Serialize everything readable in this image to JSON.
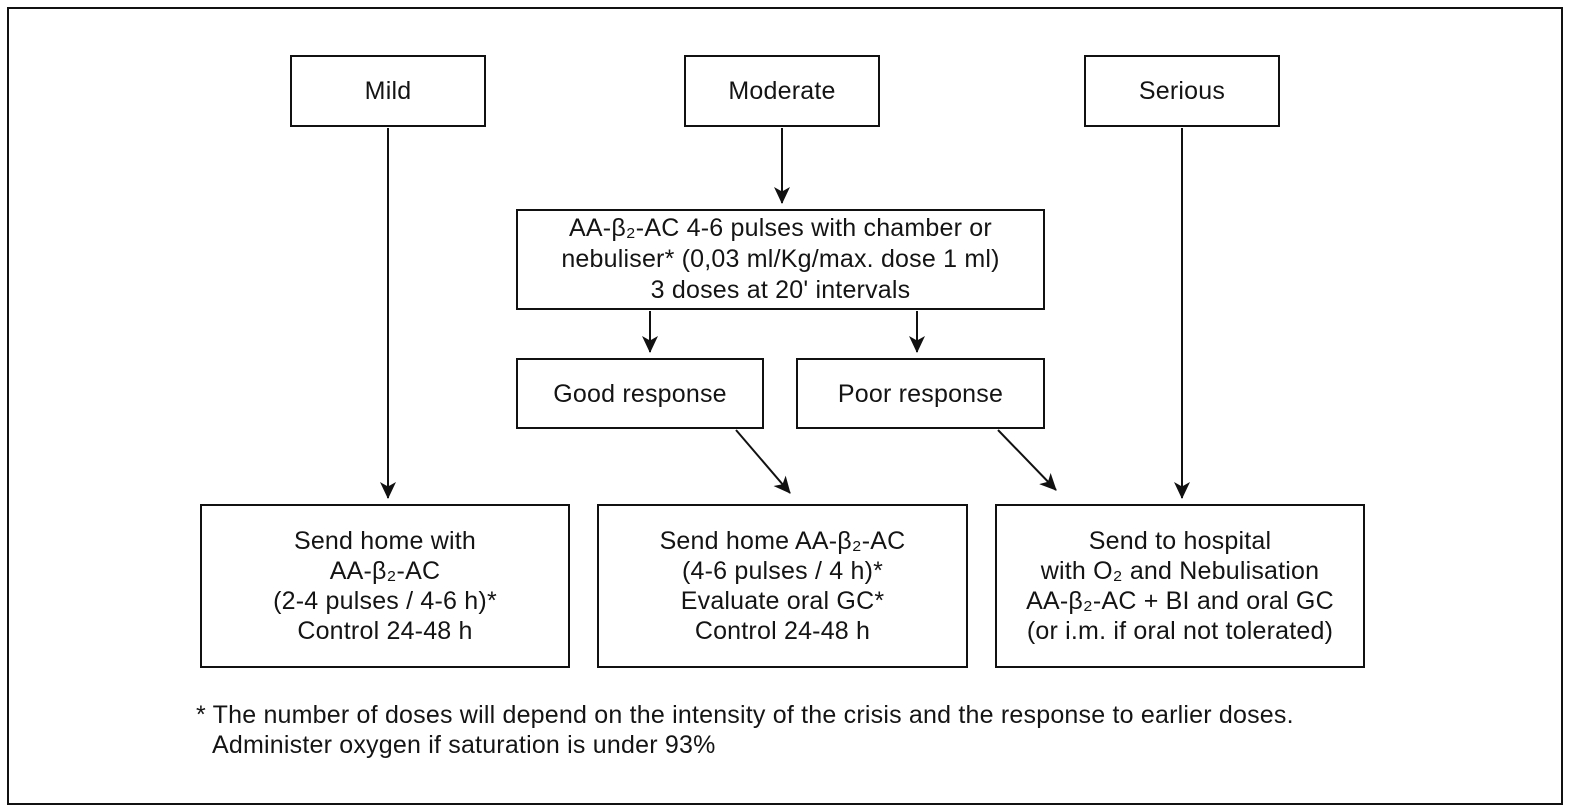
{
  "diagram": {
    "title_context": "Asthma crisis management flowchart",
    "colors": {
      "background": "#ffffff",
      "line": "#111111",
      "text": "#141414"
    },
    "nodes": {
      "mild": {
        "label": "Mild"
      },
      "moderate": {
        "label": "Moderate"
      },
      "serious": {
        "label": "Serious"
      },
      "treatment": {
        "lines": [
          "AA-β₂-AC 4-6 pulses with chamber or",
          "nebuliser* (0,03 ml/Kg/max. dose 1 ml)",
          "3 doses at 20' intervals"
        ]
      },
      "good_response": {
        "label": "Good response"
      },
      "poor_response": {
        "label": "Poor response"
      },
      "send_home_mild": {
        "lines": [
          "Send home with",
          "AA-β₂-AC",
          "(2-4 pulses / 4-6 h)*",
          "Control 24-48 h"
        ]
      },
      "send_home_moderate": {
        "lines": [
          "Send home AA-β₂-AC",
          "(4-6 pulses / 4 h)*",
          "Evaluate oral GC*",
          "Control 24-48 h"
        ]
      },
      "send_hospital": {
        "lines": [
          "Send to hospital",
          "with O₂ and Nebulisation",
          "AA-β₂-AC + BI and oral GC",
          "(or i.m. if oral not tolerated)"
        ]
      }
    },
    "footnote": {
      "line1": "* The number of doses will depend on the intensity of the crisis and the response to earlier doses.",
      "line2": "Administer oxygen if saturation is under 93%"
    }
  }
}
